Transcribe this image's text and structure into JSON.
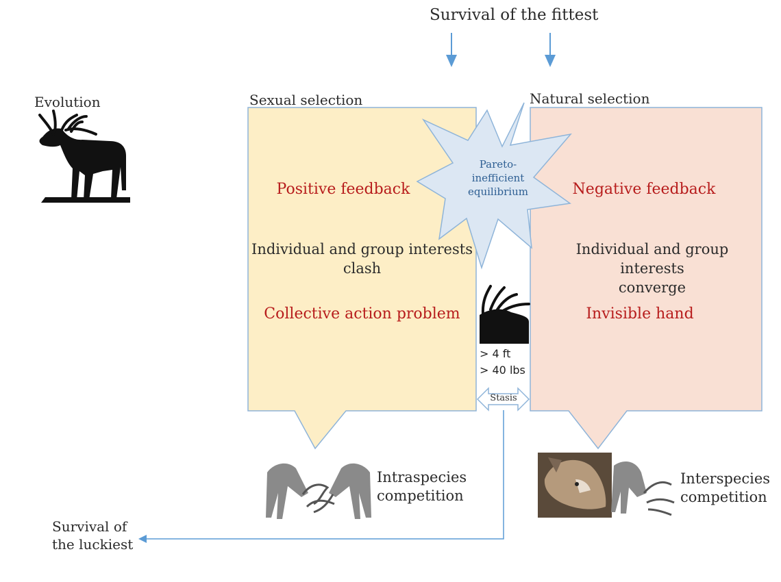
{
  "title": "Survival of the fittest",
  "evolution_label": "Evolution",
  "left_panel": {
    "heading": "Sexual selection",
    "feedback": "Positive feedback",
    "interests_line1": "Individual and group interests",
    "interests_line2": "clash",
    "problem": "Collective action problem",
    "competition_line1": "Intraspecies",
    "competition_line2": "competition",
    "fill": "#fdeec6"
  },
  "right_panel": {
    "heading": "Natural selection",
    "feedback": "Negative feedback",
    "interests_line1": "Individual and group interests",
    "interests_line2": "converge",
    "mechanism": "Invisible hand",
    "competition_line1": "Interspecies",
    "competition_line2": "competition",
    "fill": "#f9e0d4"
  },
  "starburst": {
    "line1": "Pareto-",
    "line2": "inefficient",
    "line3": "equilibrium",
    "fill": "#dce7f3"
  },
  "middle": {
    "size_line1": "> 4 ft",
    "size_line2": "> 40 lbs",
    "stasis": "Stasis"
  },
  "bottom_label": {
    "line1": "Survival of",
    "line2": "the luckiest"
  },
  "colors": {
    "accent_red": "#b71c1c",
    "arrow_blue": "#5b9bd5",
    "border_blue": "#8eb4d9"
  }
}
